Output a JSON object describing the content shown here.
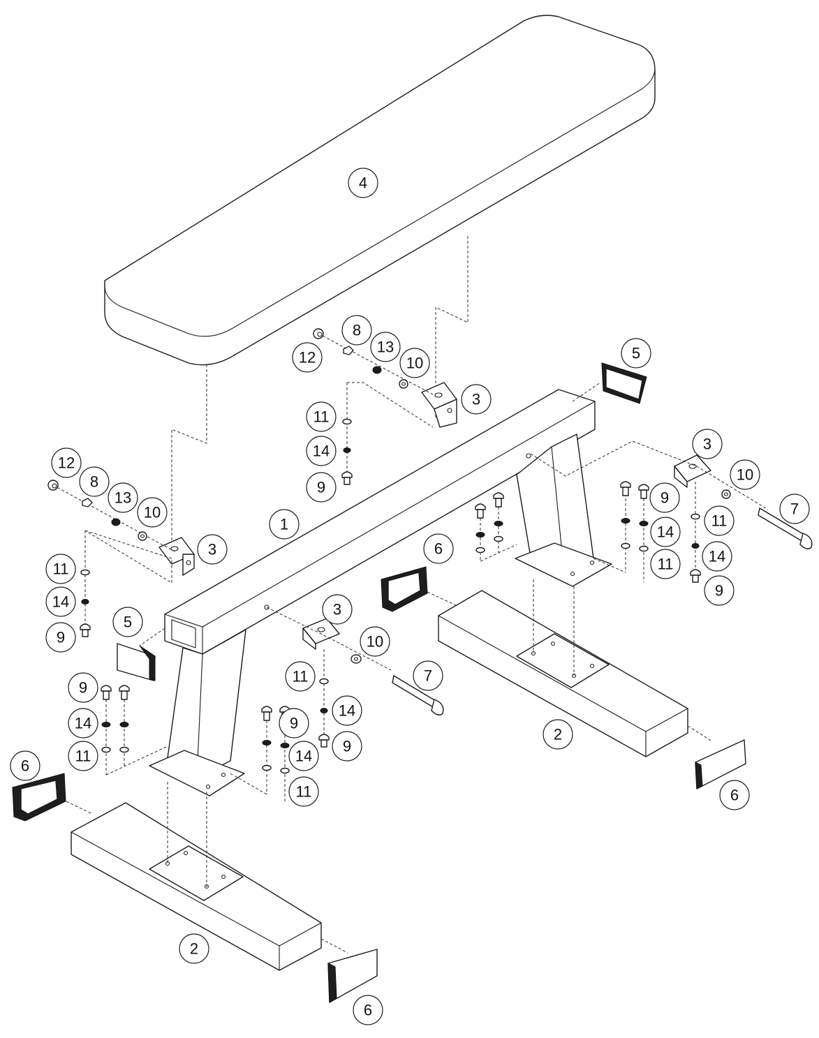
{
  "diagram": {
    "type": "exploded-assembly",
    "callouts": [
      {
        "label": "4"
      },
      {
        "label": "12"
      },
      {
        "label": "8"
      },
      {
        "label": "13"
      },
      {
        "label": "10"
      },
      {
        "label": "5"
      },
      {
        "label": "3"
      },
      {
        "label": "11"
      },
      {
        "label": "14"
      },
      {
        "label": "9"
      },
      {
        "label": "12"
      },
      {
        "label": "8"
      },
      {
        "label": "13"
      },
      {
        "label": "10"
      },
      {
        "label": "3"
      },
      {
        "label": "10"
      },
      {
        "label": "9"
      },
      {
        "label": "14"
      },
      {
        "label": "11"
      },
      {
        "label": "7"
      },
      {
        "label": "14"
      },
      {
        "label": "11"
      },
      {
        "label": "9"
      },
      {
        "label": "1"
      },
      {
        "label": "3"
      },
      {
        "label": "11"
      },
      {
        "label": "14"
      },
      {
        "label": "9"
      },
      {
        "label": "5"
      },
      {
        "label": "6"
      },
      {
        "label": "3"
      },
      {
        "label": "10"
      },
      {
        "label": "11"
      },
      {
        "label": "7"
      },
      {
        "label": "9"
      },
      {
        "label": "14"
      },
      {
        "label": "11"
      },
      {
        "label": "9"
      },
      {
        "label": "14"
      },
      {
        "label": "9"
      },
      {
        "label": "14"
      },
      {
        "label": "11"
      },
      {
        "label": "2"
      },
      {
        "label": "6"
      },
      {
        "label": "6"
      },
      {
        "label": "2"
      },
      {
        "label": "6"
      }
    ]
  }
}
